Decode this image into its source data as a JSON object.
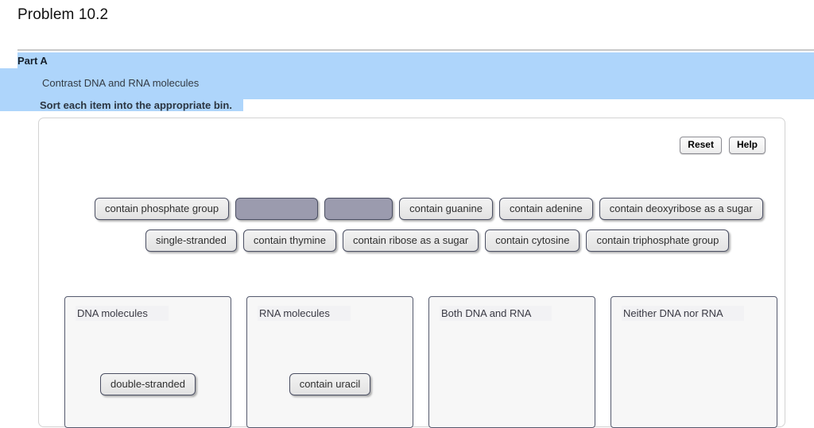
{
  "page": {
    "title": "Problem 10.2"
  },
  "part": {
    "label": "Part A",
    "description": "Contrast DNA and RNA molecules",
    "instruction": "Sort each item into the appropriate bin."
  },
  "toolbar": {
    "reset_label": "Reset",
    "help_label": "Help"
  },
  "bank": {
    "row1": [
      {
        "text": "contain phosphate group",
        "state": "normal",
        "width": null
      },
      {
        "text": "",
        "state": "ghost",
        "width": 104
      },
      {
        "text": "",
        "state": "ghost",
        "width": 86
      },
      {
        "text": "contain guanine",
        "state": "normal",
        "width": null
      },
      {
        "text": "contain adenine",
        "state": "normal",
        "width": null
      },
      {
        "text": "contain deoxyribose as a sugar",
        "state": "normal",
        "width": null
      }
    ],
    "row2": [
      {
        "text": "single-stranded",
        "state": "normal",
        "width": null
      },
      {
        "text": "contain thymine",
        "state": "normal",
        "width": null
      },
      {
        "text": "contain ribose as a sugar",
        "state": "normal",
        "width": null
      },
      {
        "text": "contain cytosine",
        "state": "normal",
        "width": null
      },
      {
        "text": "contain triphosphate group",
        "state": "normal",
        "width": null
      }
    ]
  },
  "bins": [
    {
      "label": "DNA molecules",
      "items": [
        "double-stranded"
      ]
    },
    {
      "label": "RNA molecules",
      "items": [
        "contain uracil"
      ]
    },
    {
      "label": "Both DNA and RNA",
      "items": []
    },
    {
      "label": "Neither DNA nor RNA",
      "items": []
    }
  ],
  "colors": {
    "selection_highlight": "#aed5fb",
    "tile_border": "#4b4f63",
    "tile_fill_top": "#f3f3f3",
    "tile_fill_bottom": "#e2e2e2",
    "ghost_fill": "#9b9bae",
    "bin_fill": "#f7f7f7",
    "bin_border": "#555a6e",
    "panel_border": "#d3d3d3",
    "rule": "#c9c9c9"
  }
}
